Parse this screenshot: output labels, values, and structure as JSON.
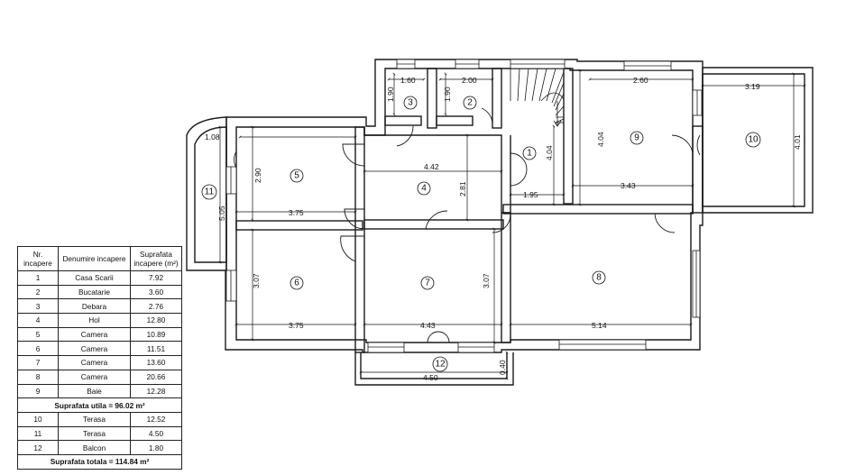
{
  "dimensions": {
    "d_108": "1.08",
    "d_160": "1.60",
    "d_190a": "1.90",
    "d_190b": "1.90",
    "d_200": "2.00",
    "d_260": "2.60",
    "d_319": "3.19",
    "d_290": "2.90",
    "d_442": "4.42",
    "d_281": "2.81",
    "d_404a": "4.04",
    "d_404b": "4.04",
    "d_401": "4.01",
    "d_195": "1.95",
    "d_343": "3.43",
    "d_375a": "3.75",
    "d_505": "5.05",
    "d_307a": "3.07",
    "d_375b": "3.75",
    "d_307b": "3.07",
    "d_443": "4.43",
    "d_514": "5.14",
    "d_040": "0.40",
    "d_450": "4.50"
  },
  "rooms": {
    "r1": "1",
    "r2": "2",
    "r3": "3",
    "r4": "4",
    "r5": "5",
    "r6": "6",
    "r7": "7",
    "r8": "8",
    "r9": "9",
    "r10": "10",
    "r11": "11",
    "r12": "12"
  },
  "table": {
    "headers": [
      "Nr. incapere",
      "Denumire incapere",
      "Suprafata incapere (m²)"
    ],
    "rows": [
      {
        "nr": "1",
        "name": "Casa Scarii",
        "area": "7.92"
      },
      {
        "nr": "2",
        "name": "Bucatarie",
        "area": "3.60"
      },
      {
        "nr": "3",
        "name": "Debara",
        "area": "2.76"
      },
      {
        "nr": "4",
        "name": "Hol",
        "area": "12.80"
      },
      {
        "nr": "5",
        "name": "Camera",
        "area": "10.89"
      },
      {
        "nr": "6",
        "name": "Camera",
        "area": "11.51"
      },
      {
        "nr": "7",
        "name": "Camera",
        "area": "13.60"
      },
      {
        "nr": "8",
        "name": "Camera",
        "area": "20.66"
      },
      {
        "nr": "9",
        "name": "Baie",
        "area": "12.28"
      }
    ],
    "subtotal": "Suprafata utila = 96.02 m²",
    "rows2": [
      {
        "nr": "10",
        "name": "Terasa",
        "area": "12.52"
      },
      {
        "nr": "11",
        "name": "Terasa",
        "area": "4.50"
      },
      {
        "nr": "12",
        "name": "Balcon",
        "area": "1.80"
      }
    ],
    "total": "Suprafata totala = 114.84 m²"
  }
}
